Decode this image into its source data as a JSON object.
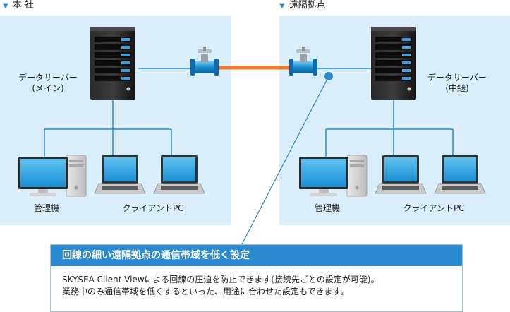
{
  "sites": {
    "honsha": {
      "label": "本 社",
      "server_label_line1": "データサーバー",
      "server_label_line2": "(メイン)",
      "admin_label": "管理機",
      "client_label": "クライアントPC"
    },
    "remote": {
      "label": "遠隔拠点",
      "server_label_line1": "データサーバー",
      "server_label_line2": "(中継)",
      "admin_label": "管理機",
      "client_label": "クライアントPC"
    }
  },
  "callout": {
    "title": "回線の細い遠隔拠点の通信帯域を低く設定",
    "body_line1": "SKYSEA Client Viewによる回線の圧迫を防止できます(接続先ごとの設定が可能)。",
    "body_line2": "業務中のみ通信帯域を低くするといった、用途に合わせた設定もできます。"
  },
  "colors": {
    "panel_bg": "#d9eef9",
    "network_line": "#2a8ad0",
    "wan_link": "#f07a2a",
    "callout_header": "#2a8ad0",
    "marker": "#2a8ad0"
  }
}
